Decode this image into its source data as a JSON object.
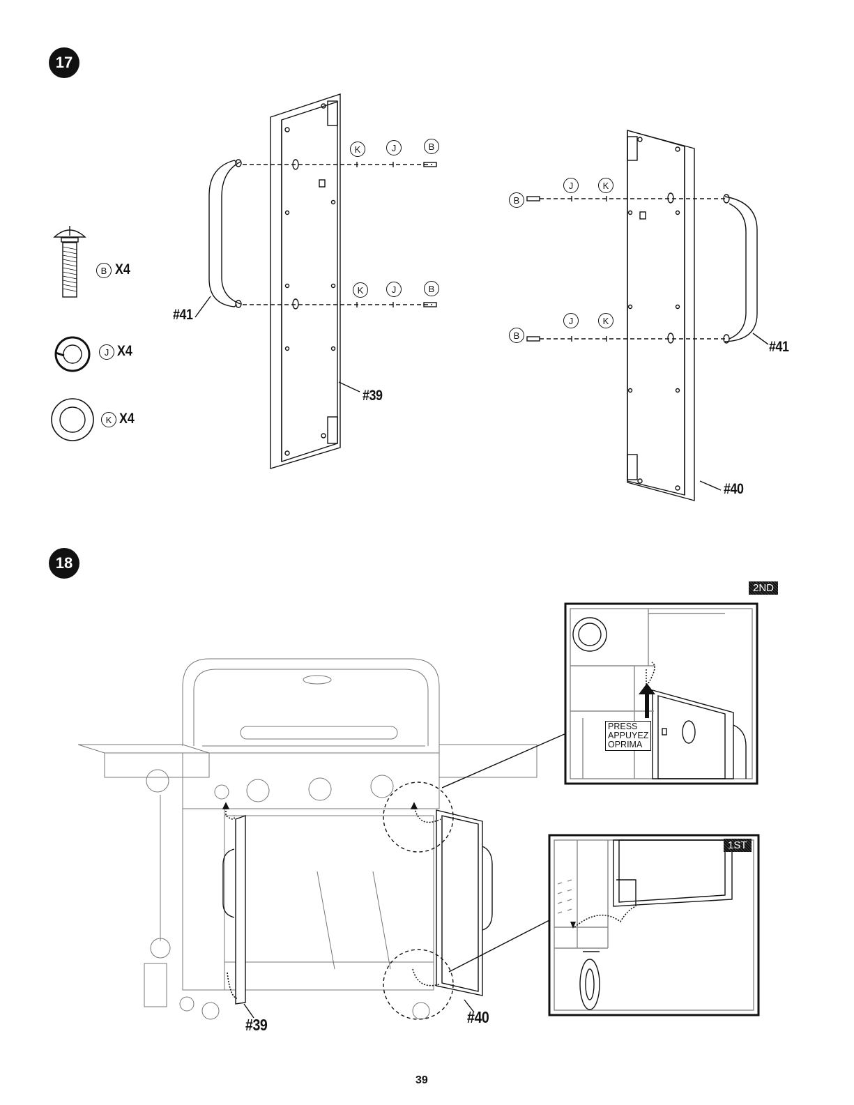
{
  "steps": [
    {
      "number": "17"
    },
    {
      "number": "18"
    }
  ],
  "hardware": [
    {
      "letter": "B",
      "qty": "X4",
      "icon": "bolt-icon"
    },
    {
      "letter": "J",
      "qty": "X4",
      "icon": "lock-washer-icon"
    },
    {
      "letter": "K",
      "qty": "X4",
      "icon": "flat-washer-icon"
    }
  ],
  "step17": {
    "left": {
      "handle_label": "#41",
      "panel_label": "#39",
      "parts_top": [
        "K",
        "J",
        "B"
      ],
      "parts_bottom": [
        "K",
        "J",
        "B"
      ]
    },
    "right": {
      "handle_label": "#41",
      "panel_label": "#40",
      "parts_top": [
        "J",
        "K"
      ],
      "parts_bottom": [
        "J",
        "K"
      ],
      "bolt": "B"
    }
  },
  "step18": {
    "left_door_label": "#39",
    "right_door_label": "#40",
    "detail_second": {
      "tag": "2ND",
      "press_lines": [
        "PRESS",
        "APPUYEZ",
        "OPRIMA"
      ]
    },
    "detail_first": {
      "tag": "1ST"
    }
  },
  "page_number": "39"
}
